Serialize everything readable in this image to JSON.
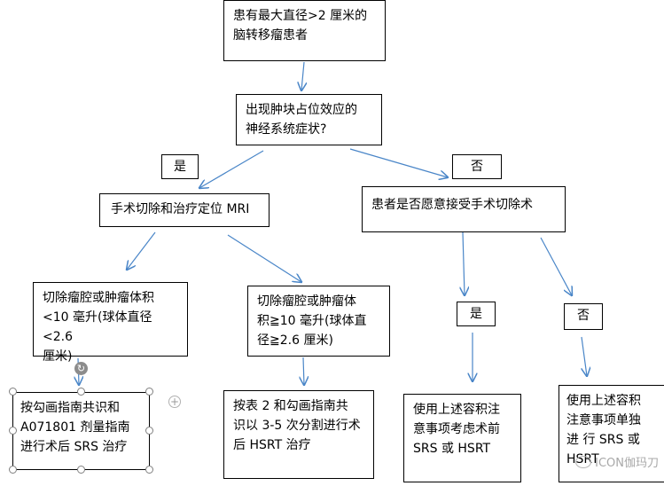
{
  "nodes": {
    "start": "患有最大直径>2 厘米的\n脑转移瘤患者",
    "symptom_q": "出现肿块占位效应的\n神经系统症状?",
    "yes_left": "是",
    "no_right": "否",
    "surgery_mri": "手术切除和治疗定位 MRI",
    "accept_q": "患者是否愿意接受手术切除术",
    "cavity_small": "切除瘤腔或肿瘤体积\n<10 毫升(球体直径<2.6\n厘米)",
    "cavity_large": "切除瘤腔或肿瘤体\n积≧10 毫升(球体直\n径≧2.6 厘米)",
    "yes_accept": "是",
    "no_accept": "否",
    "srs_after": "按勾画指南共识和\nA071801 剂量指南\n进行术后 SRS 治疗",
    "hsrt_after": "按表 2 和勾画指南共\n识以 3-5 次分割进行术\n后 HSRT 治疗",
    "preop": "使用上述容积注\n意事项考虑术前\nSRS 或 HSRT",
    "alone": "使用上述容积\n注意事项单独\n进 行  SRS  或\nHSRT"
  },
  "watermark": "ICON伽玛刀",
  "colors": {
    "arrow": "#4a86c8",
    "border": "#000000"
  }
}
